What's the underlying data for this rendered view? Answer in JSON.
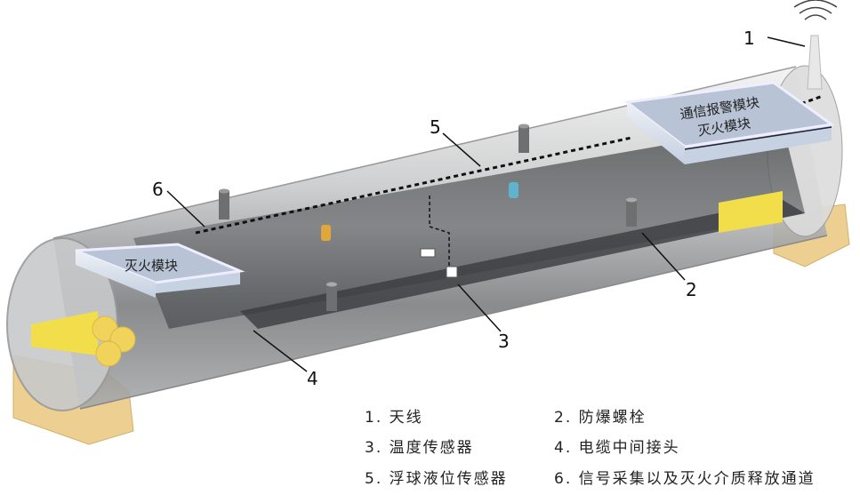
{
  "modules": {
    "comm_alarm": "通信报警模块",
    "fire_top_right": "灭火模块",
    "fire_left": "灭火模块"
  },
  "callouts": [
    "1",
    "2",
    "3",
    "4",
    "5",
    "6"
  ],
  "legend": [
    {
      "text": "1. 天线"
    },
    {
      "text": "2. 防爆螺栓"
    },
    {
      "text": "3. 温度传感器"
    },
    {
      "text": "4. 电缆中间接头"
    },
    {
      "text": "5. 浮球液位传感器"
    },
    {
      "text": "6. 信号采集以及灭火介质释放通道"
    }
  ],
  "colors": {
    "tube": "#b9bbbd",
    "inner": "#5e6163",
    "module": "#b8c4d6",
    "support": "#e9c77e",
    "cable": "#f1de4a"
  }
}
